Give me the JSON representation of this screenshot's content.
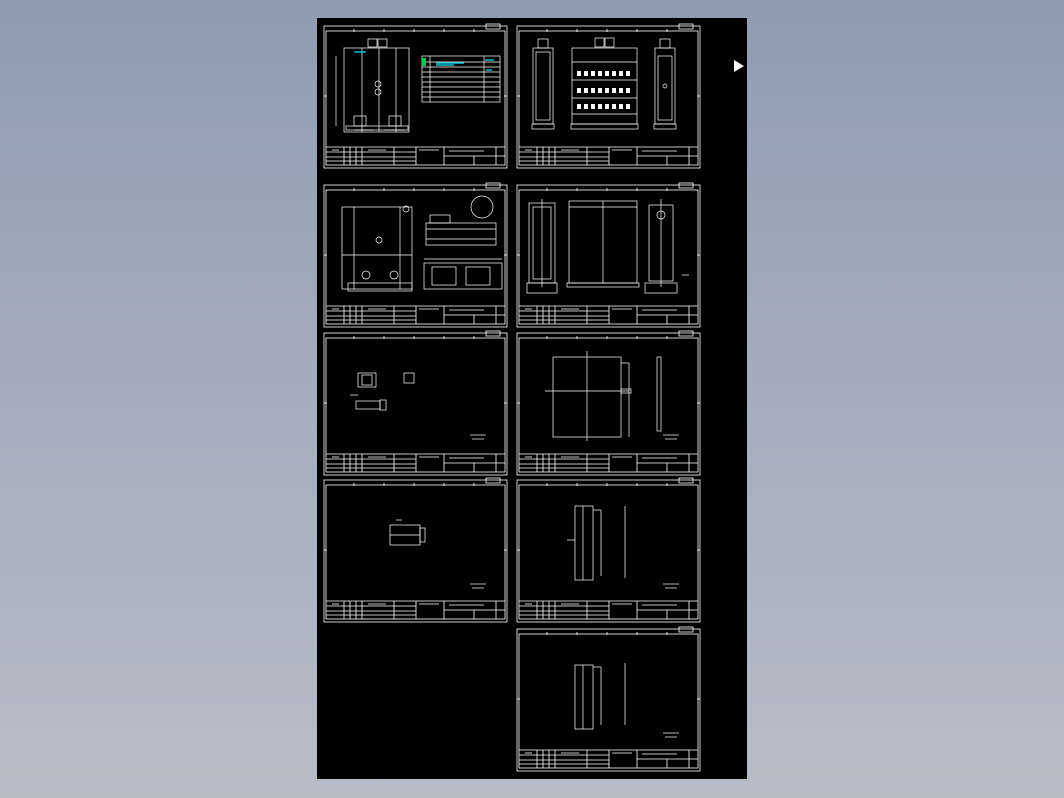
{
  "viewer": {
    "background_colors": [
      "#8e9bb0",
      "#b7bcc7"
    ],
    "canvas_color": "#000000",
    "line_color": "#ffffff",
    "highlight_color": "#00e5ff",
    "accent_color": "#00c853",
    "next_icon": "play-triangle-icon"
  },
  "sheets": [
    {
      "id": 1,
      "content": "front-elevation-with-table"
    },
    {
      "id": 2,
      "content": "three-views-with-component-grid"
    },
    {
      "id": 3,
      "content": "section-views-with-details"
    },
    {
      "id": 4,
      "content": "side-front-side-elevations"
    },
    {
      "id": 5,
      "content": "small-part-details"
    },
    {
      "id": 6,
      "content": "panel-plate-detail"
    },
    {
      "id": 7,
      "content": "single-part-detail"
    },
    {
      "id": 8,
      "content": "long-bar-detail"
    },
    {
      "id": 9,
      "content": "long-bar-detail"
    }
  ]
}
